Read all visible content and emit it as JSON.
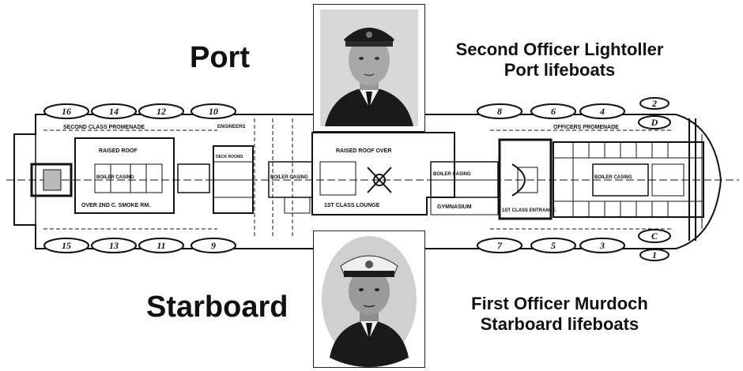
{
  "port_heading": "Port",
  "starboard_heading": "Starboard",
  "port_officer": {
    "name": "Second Officer Lightoller",
    "role": "Port lifeboats"
  },
  "starboard_officer": {
    "name": "First Officer Murdoch",
    "role": "Starboard lifeboats"
  },
  "port_boats": [
    "16",
    "14",
    "12",
    "10",
    "8",
    "6",
    "4",
    "2",
    "D"
  ],
  "starboard_boats": [
    "15",
    "13",
    "11",
    "9",
    "7",
    "5",
    "3",
    "1",
    "C"
  ],
  "deck_labels": {
    "second_class_promenade": "SECOND CLASS PROMENADE",
    "officers_promenade": "OFFICERS PROMENADE",
    "raised_roof": "RAISED ROOF",
    "raised_roof_over": "RAISED ROOF OVER",
    "over_second_class_smoke_rm": "OVER 2ND C. SMOKE RM.",
    "first_class_lounge": "1ST CLASS LOUNGE",
    "boiler_casing_aft": "BOILER CASING",
    "boiler_casing_mid": "BOILER CASING",
    "boiler_casing_fwd": "BOILER CASING",
    "boiler_casing_bridge": "BOILER CASING",
    "gymnasium": "GYMNASIUM",
    "first_class_entrance": "1ST CLASS ENTRANCE",
    "engineers": "ENGINEERS",
    "deck_rooms": "DECK ROOMS"
  },
  "colors": {
    "ink": "#111111",
    "background": "#ffffff"
  }
}
